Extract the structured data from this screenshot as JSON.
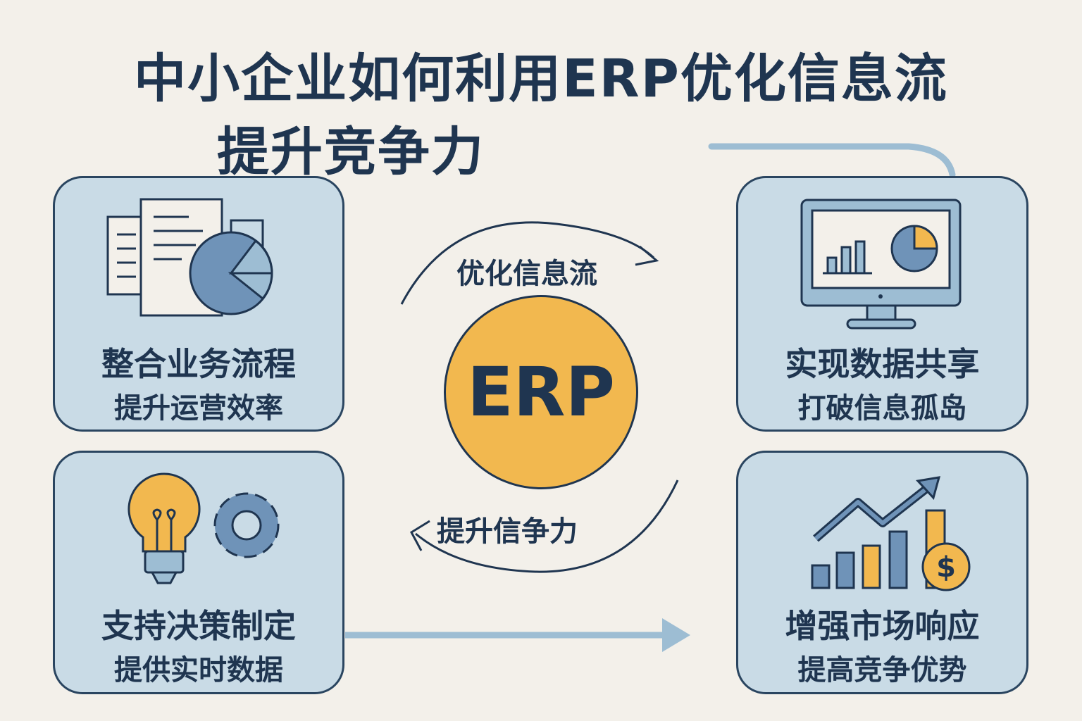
{
  "title": {
    "line1": "中小企业如何利用ERP优化信息流",
    "line2": "提升竞争力"
  },
  "center": {
    "label": "ERP",
    "top_arrow_label": "优化信息流",
    "bottom_arrow_label": "提升信争力"
  },
  "cards": [
    {
      "title": "整合业务流程",
      "subtitle": "提升运营效率",
      "icon": "documents-pie-chart-icon"
    },
    {
      "title": "实现数据共享",
      "subtitle": "打破信息孤岛",
      "icon": "monitor-chart-icon"
    },
    {
      "title": "支持决策制定",
      "subtitle": "提供实时数据",
      "icon": "lightbulb-gear-icon"
    },
    {
      "title": "增强市场响应",
      "subtitle": "提高竞争优势",
      "icon": "growth-chart-dollar-icon"
    }
  ],
  "colors": {
    "background": "#f3f0ea",
    "card": "#c9dbe6",
    "navy": "#1f3550",
    "accent": "#f2b84f",
    "connector": "#9dbdd3"
  }
}
